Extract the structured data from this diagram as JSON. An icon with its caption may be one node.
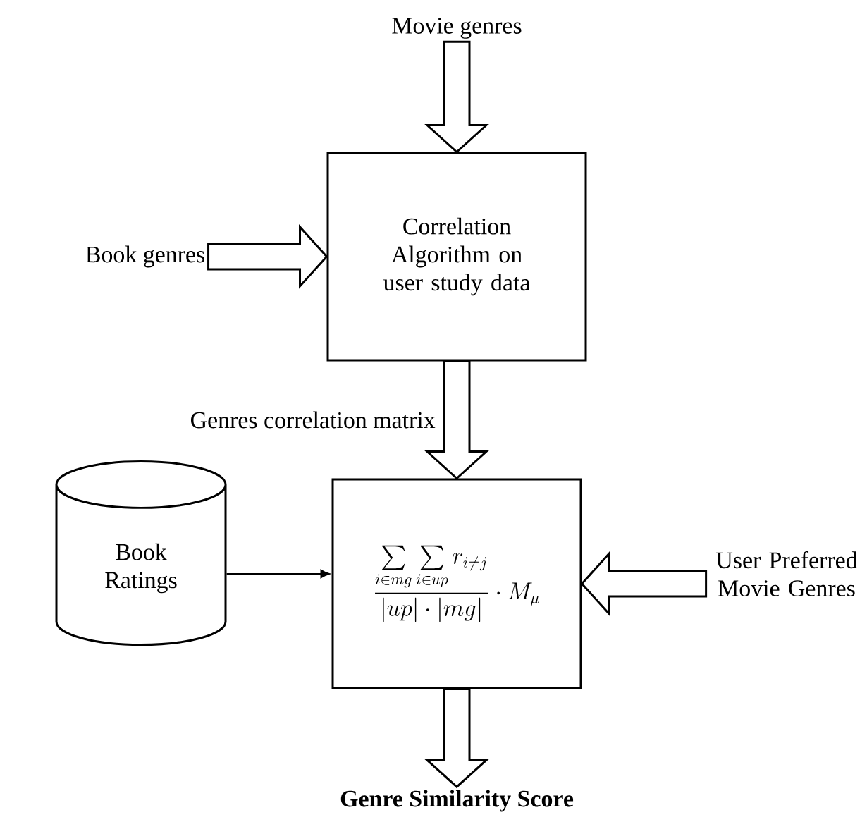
{
  "diagram": {
    "nodes": [
      {
        "text": [
          "Movie genres"
        ]
      },
      {
        "text": [
          "Book genres"
        ]
      },
      {
        "text": [
          "Correlation Algorithm on user study data"
        ]
      },
      {
        "text": [
          "\\frac{\\sum\\limits_{i\\in mg}\\sum\\limits_{i\\in up} r_{i\\neq j}}{\\left|up\\right|\\cdot\\left|mg\\right|}\\cdot M_{\\mu}"
        ]
      },
      {
        "text": [
          "Book Ratings"
        ]
      },
      {
        "text": [
          "User Preferred Movie Genres"
        ]
      },
      {
        "text": [
          "Genre Similarity Score"
        ]
      }
    ],
    "edges": [
      {
        "from": 0,
        "to": 2,
        "arrow": "to",
        "style": "thick"
      },
      {
        "from": 1,
        "to": 2,
        "arrow": "to",
        "style": "thick"
      },
      {
        "from": 2,
        "to": 3,
        "arrow": "to",
        "style": "thick",
        "label": "Genres correlation matrix"
      },
      {
        "from": 4,
        "to": 3,
        "arrow": "to"
      },
      {
        "from": 5,
        "to": 3,
        "arrow": "to",
        "style": "thick"
      },
      {
        "from": 3,
        "to": 6,
        "arrow": "to",
        "style": "thick"
      }
    ]
  }
}
